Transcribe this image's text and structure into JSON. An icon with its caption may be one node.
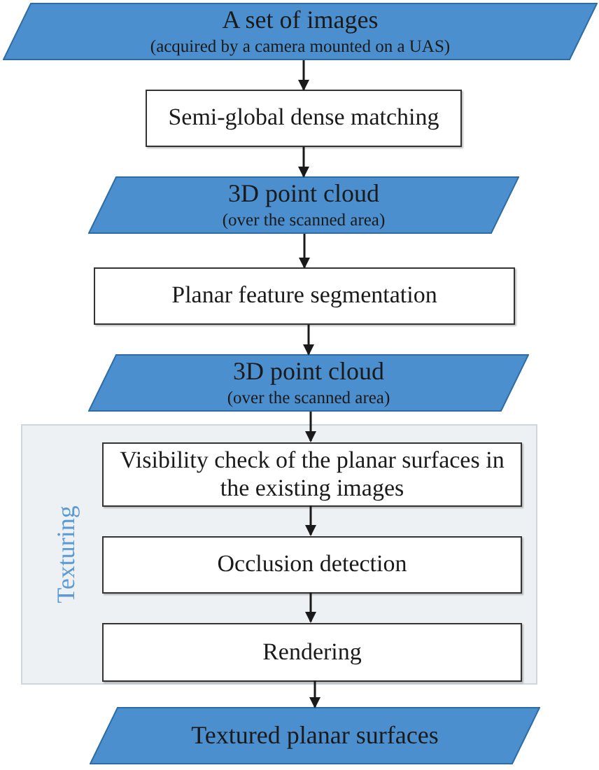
{
  "diagram": {
    "nodes": [
      {
        "text": [
          "A set of images",
          "(acquired by a camera mounted on a UAS)"
        ]
      },
      {
        "text": [
          "Semi-global dense matching"
        ]
      },
      {
        "text": [
          "3D point cloud",
          "(over the scanned area)"
        ]
      },
      {
        "text": [
          "Planar feature segmentation"
        ]
      },
      {
        "text": [
          "3D point cloud",
          "(over the scanned area)"
        ]
      },
      {
        "text": [
          "Texturing"
        ]
      },
      {
        "text": [
          "Visibility check of the planar surfaces in the existing images"
        ],
        "in": 5
      },
      {
        "text": [
          "Occlusion detection"
        ],
        "in": 5
      },
      {
        "text": [
          "Rendering"
        ],
        "in": 5
      },
      {
        "text": [
          "Textured planar surfaces"
        ]
      }
    ],
    "edges": [
      {
        "from": 0,
        "to": 1,
        "arrow": "to"
      },
      {
        "from": 1,
        "to": 2,
        "arrow": "to"
      },
      {
        "from": 2,
        "to": 3,
        "arrow": "to"
      },
      {
        "from": 3,
        "to": 4,
        "arrow": "to"
      },
      {
        "from": 4,
        "to": 6,
        "arrow": "to"
      },
      {
        "from": 6,
        "to": 7,
        "arrow": "to"
      },
      {
        "from": 7,
        "to": 8,
        "arrow": "to"
      },
      {
        "from": 8,
        "to": 9,
        "arrow": "to"
      }
    ]
  }
}
